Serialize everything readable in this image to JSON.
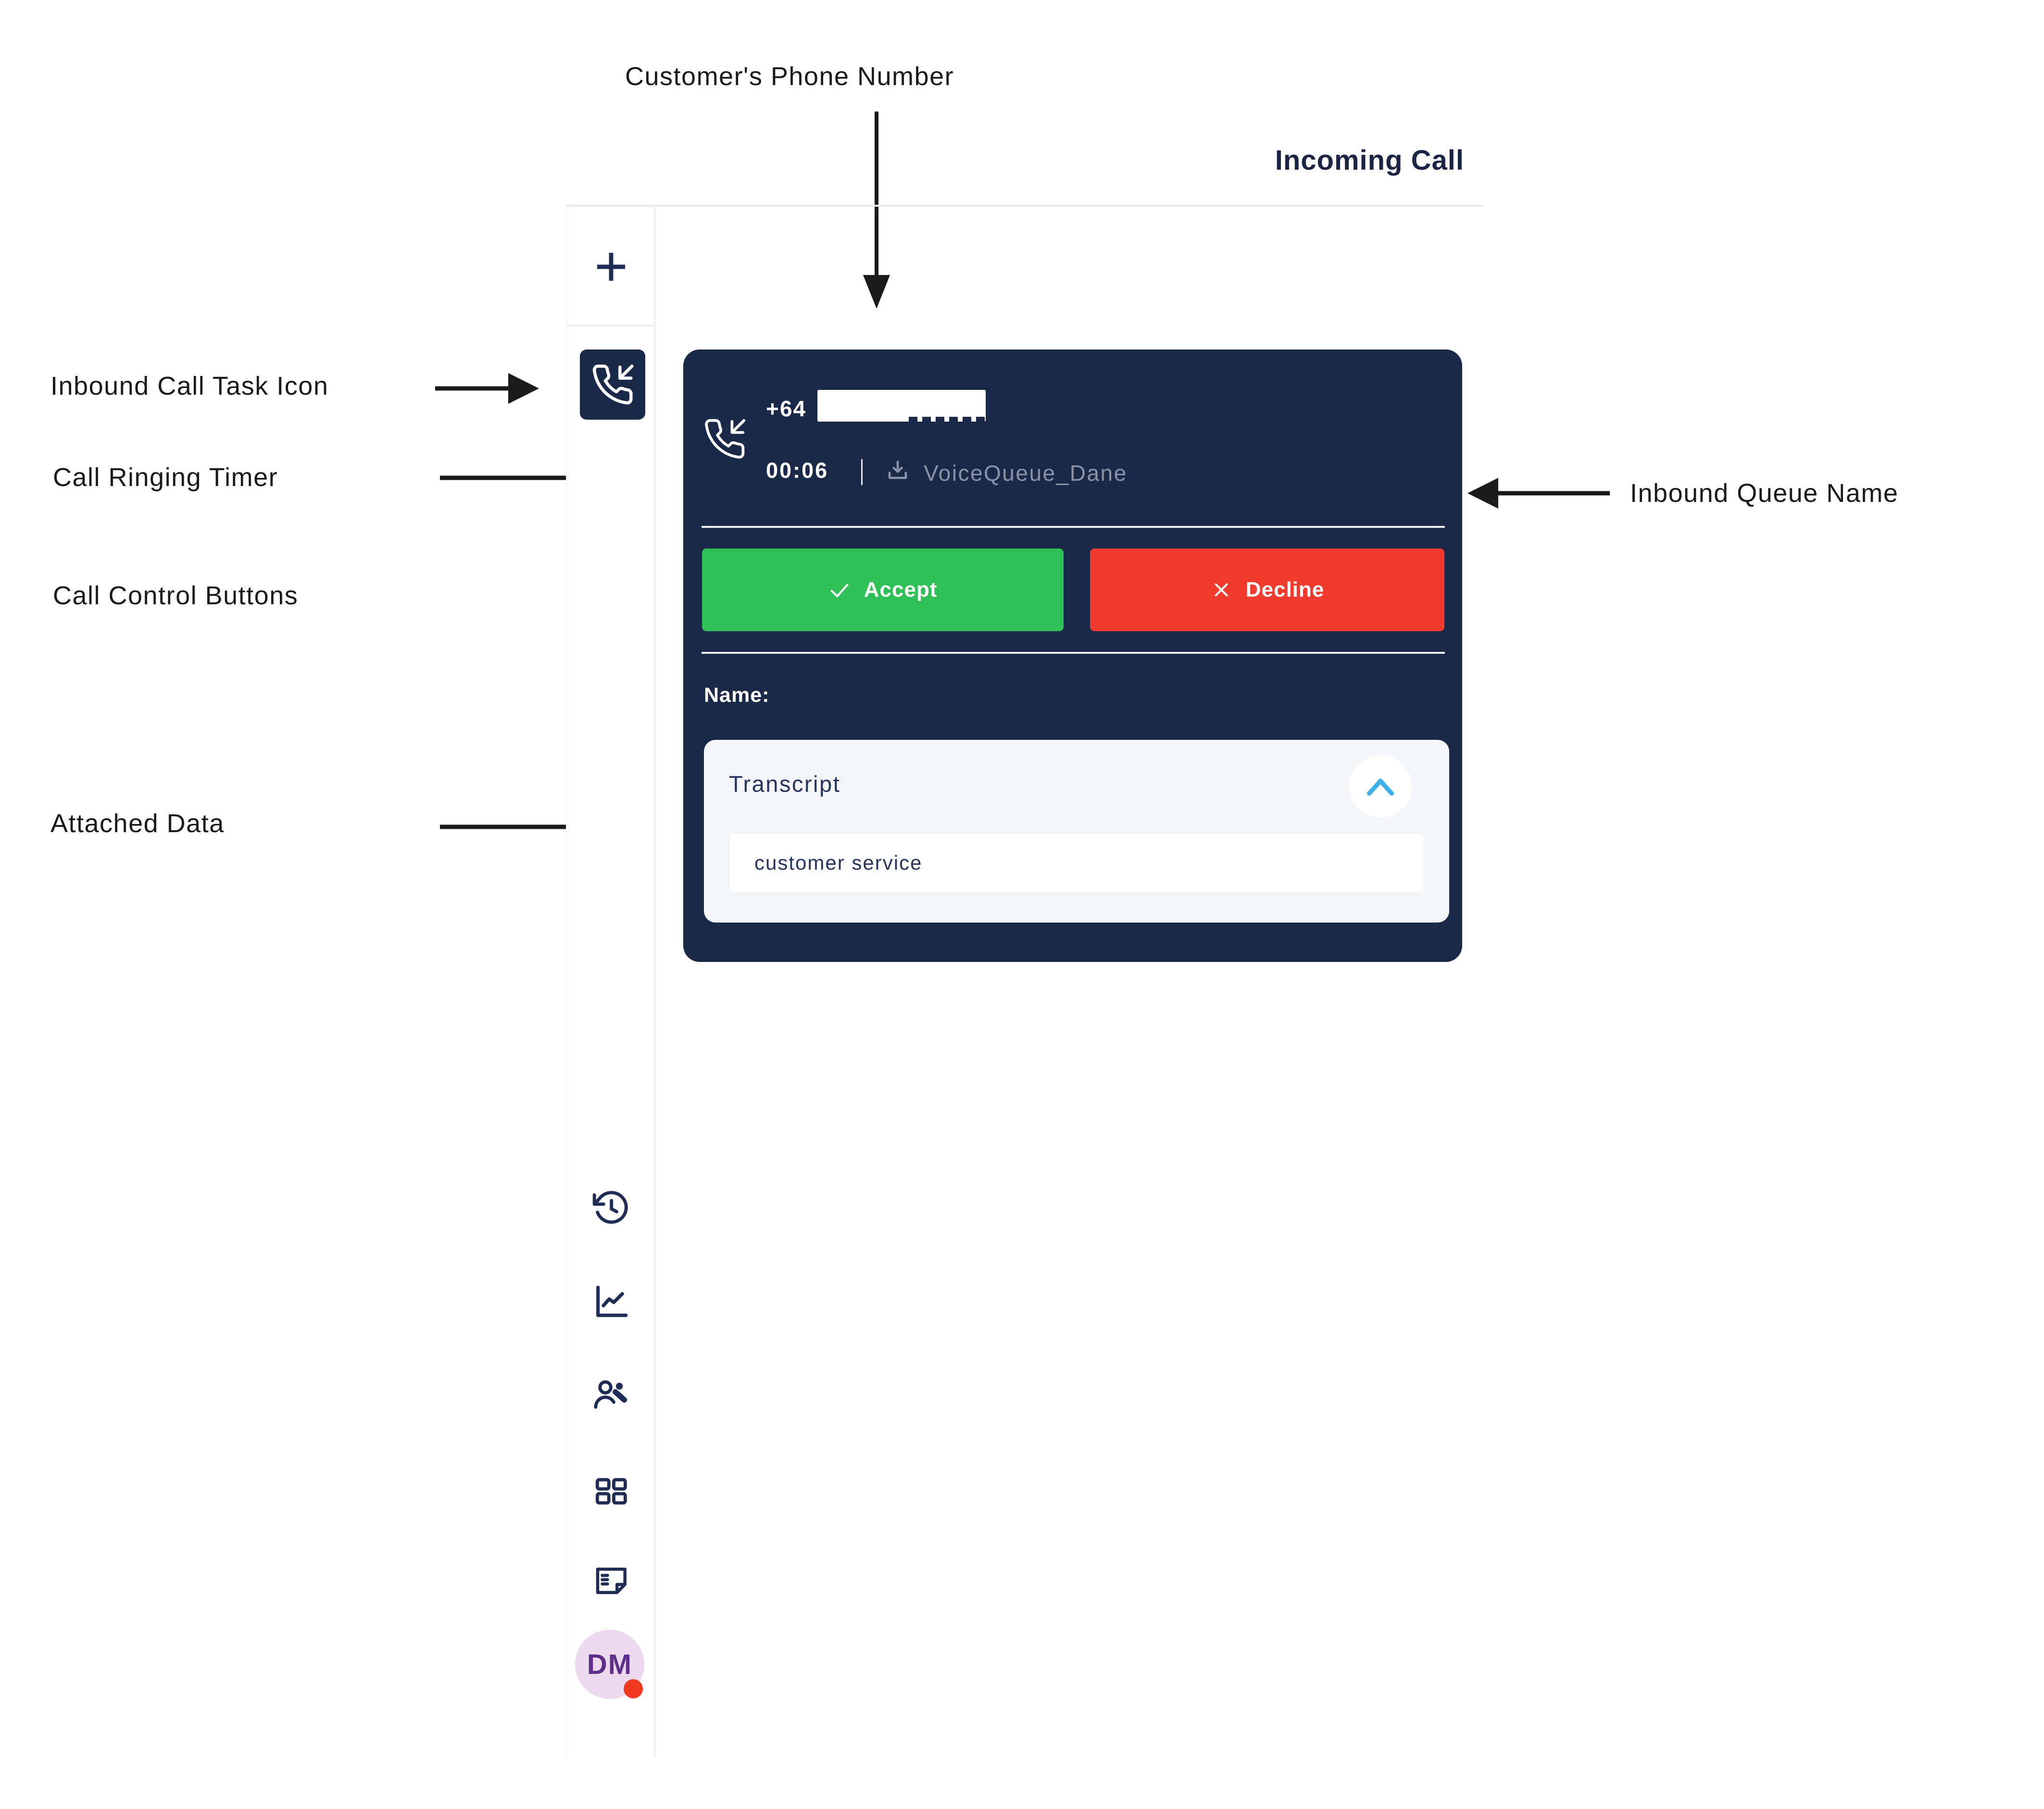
{
  "annotations": {
    "customer_phone_label": "Customer's Phone Number",
    "inbound_task_label": "Inbound Call Task Icon",
    "ringing_timer_label": "Call Ringing Timer",
    "call_controls_label": "Call Control Buttons",
    "attached_data_label": "Attached Data",
    "queue_name_label": "Inbound Queue Name"
  },
  "header": {
    "title": "Incoming Call"
  },
  "sidebar": {
    "add_task_icon": "plus-icon",
    "active_task_icon": "incoming-call-icon",
    "items": [
      {
        "icon": "history-icon"
      },
      {
        "icon": "analytics-icon"
      },
      {
        "icon": "contacts-icon"
      },
      {
        "icon": "dialpad-icon"
      },
      {
        "icon": "notes-icon"
      }
    ],
    "avatar": {
      "initials": "DM",
      "presence": "busy"
    }
  },
  "call_card": {
    "phone_icon": "incoming-call-icon",
    "phone_prefix": "+64",
    "timer": "00:06",
    "separator": "|",
    "queue_icon": "download-icon",
    "queue_name": "VoiceQueue_Dane",
    "accept_label": "Accept",
    "decline_label": "Decline",
    "name_label": "Name:",
    "transcript_title": "Transcript",
    "transcript_value": "customer service",
    "collapse_icon": "chevron-up-icon"
  },
  "colors": {
    "card_navy": "#1b2949",
    "accept_green": "#2fc158",
    "decline_red": "#f23b2f",
    "chevron_blue": "#3fb0e8",
    "muted_text": "#8a93a6",
    "panel_bg": "#f4f6f9",
    "dark_text": "#25345c",
    "divider": "#e9ebef",
    "avatar_bg": "#ecd9ee",
    "avatar_text": "#5b2f8a",
    "presence_busy": "#f23a22",
    "annotation_ink": "#1a1a1a"
  }
}
